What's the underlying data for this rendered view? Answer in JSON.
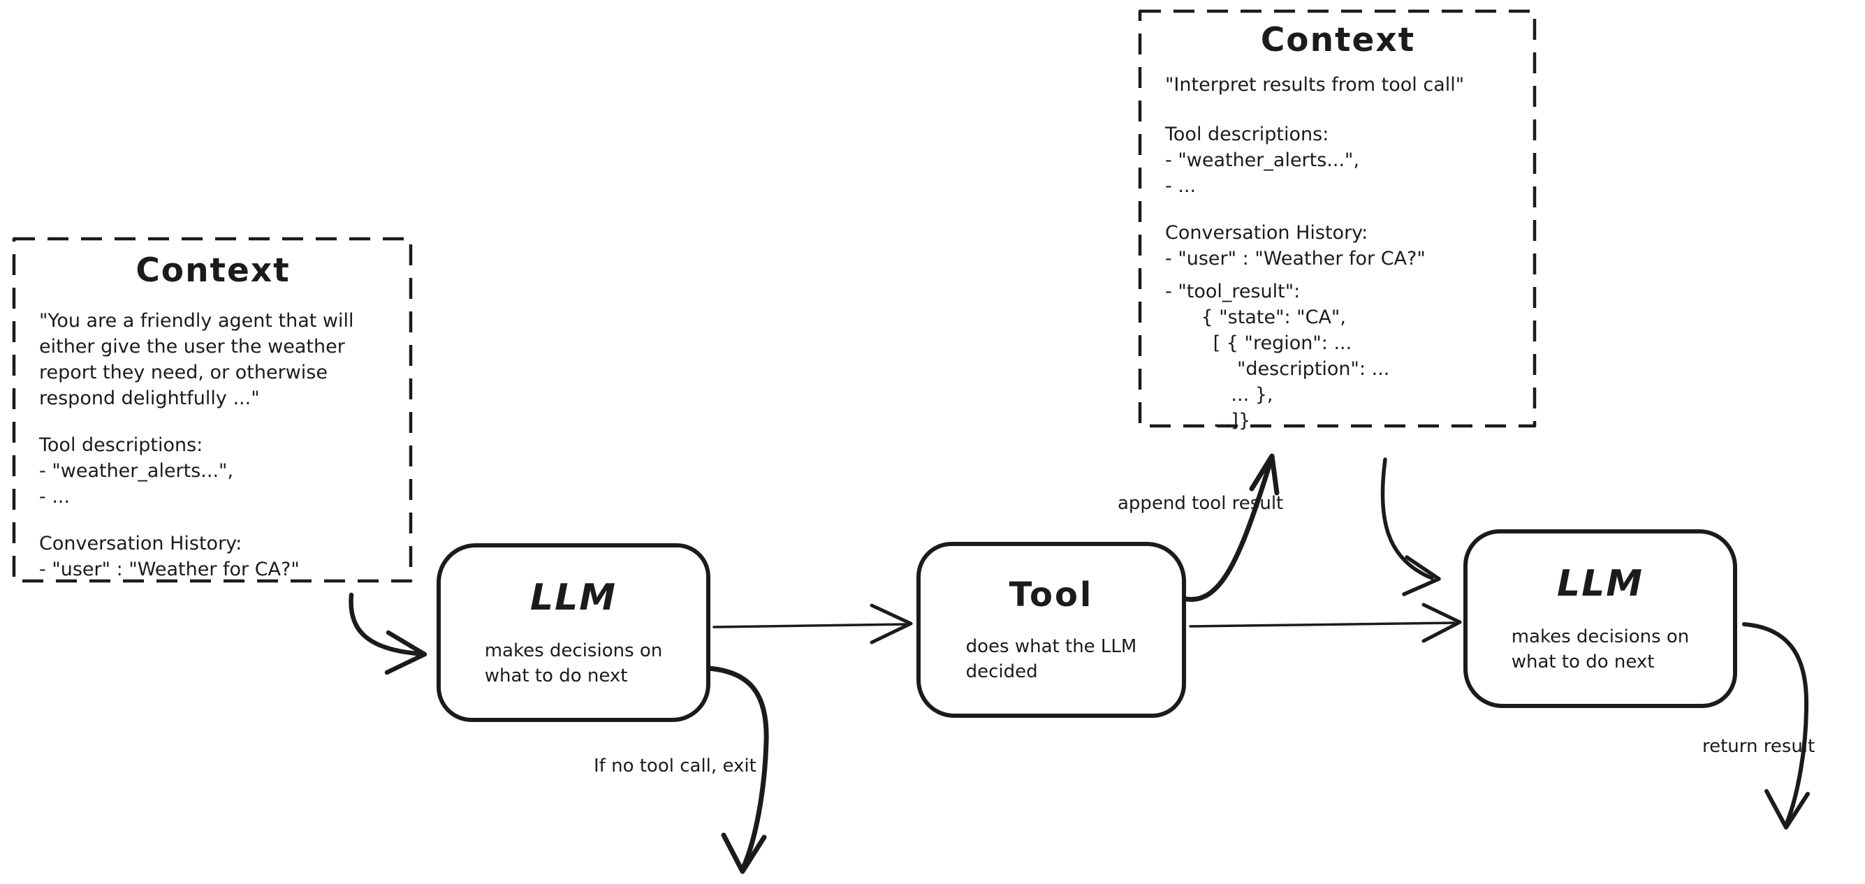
{
  "ink": "#1b1b1b",
  "bg": "#ffffff",
  "context_left": {
    "title": "Context",
    "sections": [
      "\"You are a friendly agent that will\neither give the user the weather\nreport they need, or otherwise\nrespond delightfully ...\"",
      "Tool descriptions:\n- \"weather_alerts...\",\n- ...",
      "Conversation History:\n- \"user\" : \"Weather for CA?\""
    ]
  },
  "context_right": {
    "title": "Context",
    "sections": [
      "\"Interpret results from tool call\"",
      "Tool descriptions:\n- \"weather_alerts...\",\n- ...",
      "Conversation History:\n- \"user\" : \"Weather for CA?\"",
      "- \"tool_result\":\n      { \"state\": \"CA\",\n        [ { \"region\": ...\n            \"description\": ...\n           ... },\n        ...]}"
    ]
  },
  "nodes": {
    "llm1": {
      "title": "LLM",
      "subtitle": "makes decisions on\nwhat to do next"
    },
    "tool": {
      "title": "Tool",
      "subtitle": "does what the LLM\ndecided"
    },
    "llm2": {
      "title": "LLM",
      "subtitle": "makes decisions on\nwhat to do next"
    }
  },
  "edge_labels": {
    "append_tool_result": "append tool result",
    "if_no_tool_call_exit": "If no tool call, exit",
    "return_result": "return result"
  }
}
